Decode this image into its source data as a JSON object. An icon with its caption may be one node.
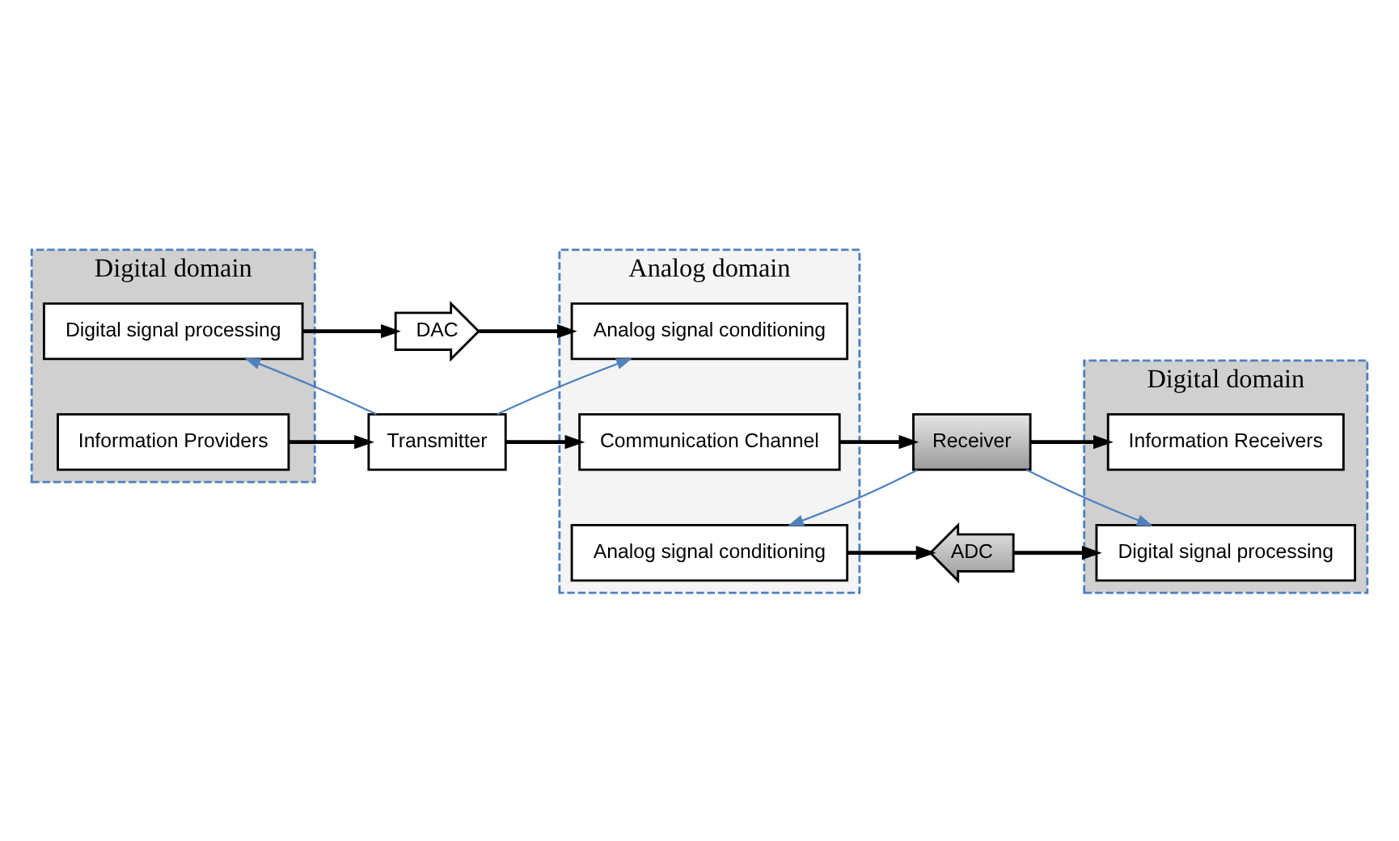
{
  "diagram": {
    "nodes": [
      {
        "text": [
          "Digital domain"
        ]
      },
      {
        "text": [
          "Analog domain"
        ]
      },
      {
        "text": [
          "Digital domain"
        ]
      },
      {
        "text": [
          "Digital signal processing"
        ],
        "in": 0
      },
      {
        "text": [
          "DAC"
        ]
      },
      {
        "text": [
          "Analog signal conditioning"
        ],
        "in": 1
      },
      {
        "text": [
          "Information Providers"
        ],
        "in": 0
      },
      {
        "text": [
          "Transmitter"
        ]
      },
      {
        "text": [
          "Communication Channel"
        ],
        "in": 1
      },
      {
        "text": [
          "Receiver"
        ]
      },
      {
        "text": [
          "Information Receivers"
        ],
        "in": 2
      },
      {
        "text": [
          "Analog signal conditioning"
        ],
        "in": 1
      },
      {
        "text": [
          "ADC"
        ]
      },
      {
        "text": [
          "Digital signal processing"
        ],
        "in": 2
      }
    ],
    "edges": [
      {
        "from": 3,
        "to": 4,
        "arrow": "to"
      },
      {
        "from": 4,
        "to": 5,
        "arrow": "to"
      },
      {
        "from": 6,
        "to": 7,
        "arrow": "to"
      },
      {
        "from": 7,
        "to": 8,
        "arrow": "to"
      },
      {
        "from": 8,
        "to": 9,
        "arrow": "to"
      },
      {
        "from": 9,
        "to": 10,
        "arrow": "to"
      },
      {
        "from": 11,
        "to": 12,
        "arrow": "to"
      },
      {
        "from": 12,
        "to": 13,
        "arrow": "to"
      },
      {
        "from": 7,
        "to": 3,
        "arrow": "to",
        "color": "#4f81bd"
      },
      {
        "from": 7,
        "to": 5,
        "arrow": "to",
        "color": "#4f81bd"
      },
      {
        "from": 9,
        "to": 11,
        "arrow": "to",
        "color": "#4f81bd"
      },
      {
        "from": 9,
        "to": 13,
        "arrow": "to",
        "color": "#4f81bd"
      }
    ]
  }
}
